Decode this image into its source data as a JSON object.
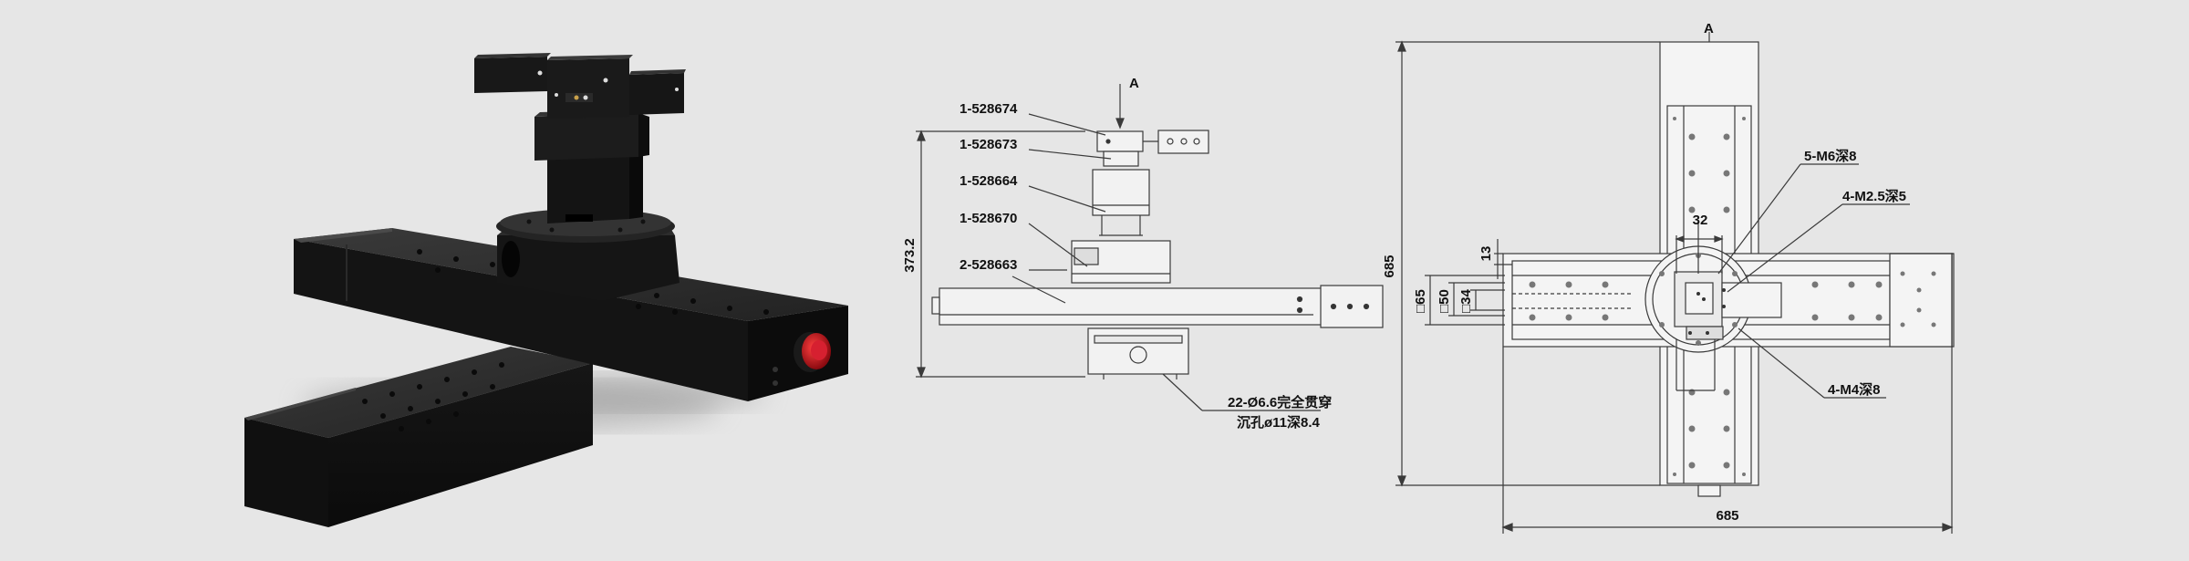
{
  "side_view": {
    "view_marker": "A",
    "height_dimension": "373.2",
    "parts": [
      "1-528674",
      "1-528673",
      "1-528664",
      "1-528670",
      "2-528663"
    ],
    "hole_note_line1": "22-Ø6.6完全贯穿",
    "hole_note_line2": "沉孔ø11深8.4"
  },
  "top_view": {
    "view_marker": "A",
    "height_dimension": "685",
    "width_dimension": "685",
    "dim_13": "13",
    "dim_32": "32",
    "dim_sq65": "□65",
    "dim_sq50": "□50",
    "dim_sq34": "□34",
    "callout_m6": "5-M6深8",
    "callout_m25": "4-M2.5深5",
    "callout_m4": "4-M4深8"
  },
  "colors": {
    "background": "#e6e6e6",
    "metal": "#1c1c1c",
    "accent_knob": "#c0141e",
    "line": "#3a3a3a"
  }
}
